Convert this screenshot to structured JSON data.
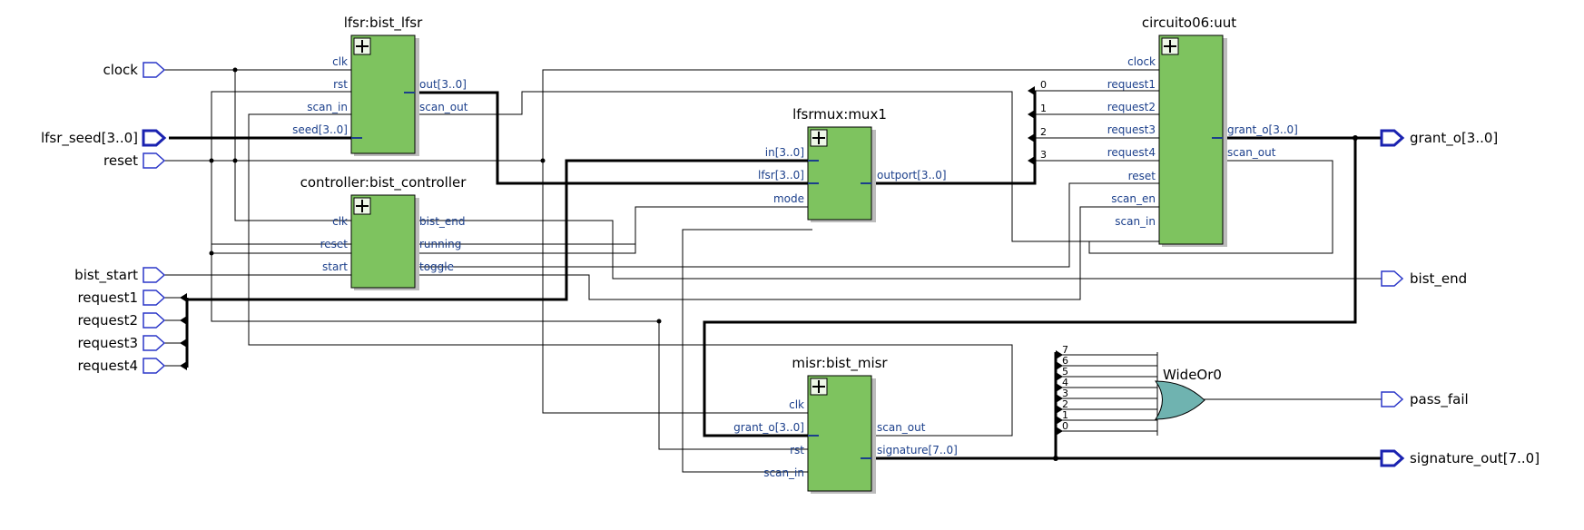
{
  "inputs": {
    "clock": "clock",
    "lfsr_seed": "lfsr_seed[3..0]",
    "reset": "reset",
    "bist_start": "bist_start",
    "request1": "request1",
    "request2": "request2",
    "request3": "request3",
    "request4": "request4"
  },
  "outputs": {
    "grant_o": "grant_o[3..0]",
    "bist_end": "bist_end",
    "pass_fail": "pass_fail",
    "signature_out": "signature_out[7..0]"
  },
  "blocks": {
    "lfsr": {
      "name": "lfsr:bist_lfsr",
      "pins_in": [
        "clk",
        "rst",
        "scan_in",
        "seed[3..0]"
      ],
      "pins_out": [
        "out[3..0]",
        "scan_out"
      ]
    },
    "controller": {
      "name": "controller:bist_controller",
      "pins_in": [
        "clk",
        "reset",
        "start"
      ],
      "pins_out": [
        "bist_end",
        "running",
        "toggle"
      ]
    },
    "mux": {
      "name": "lfsrmux:mux1",
      "pins_in": [
        "in[3..0]",
        "lfsr[3..0]",
        "mode"
      ],
      "pins_out": [
        "outport[3..0]"
      ]
    },
    "uut": {
      "name": "circuito06:uut",
      "pins_in": [
        "clock",
        "request1",
        "request2",
        "request3",
        "request4",
        "reset",
        "scan_en",
        "scan_in"
      ],
      "pins_out": [
        "grant_o[3..0]",
        "scan_out"
      ]
    },
    "misr": {
      "name": "misr:bist_misr",
      "pins_in": [
        "clk",
        "grant_o[3..0]",
        "rst",
        "scan_in"
      ],
      "pins_out": [
        "scan_out",
        "signature[7..0]"
      ]
    }
  },
  "gate": {
    "name": "WideOr0",
    "bits": [
      "7",
      "6",
      "5",
      "4",
      "3",
      "2",
      "1",
      "0"
    ]
  },
  "bus_taps": [
    "0",
    "1",
    "2",
    "3"
  ],
  "colors": {
    "block_fill": "#7ec35f",
    "gate_fill": "#6fb3b0",
    "port_stroke": "#2a36c8",
    "pin_label": "#1b3f8b"
  }
}
